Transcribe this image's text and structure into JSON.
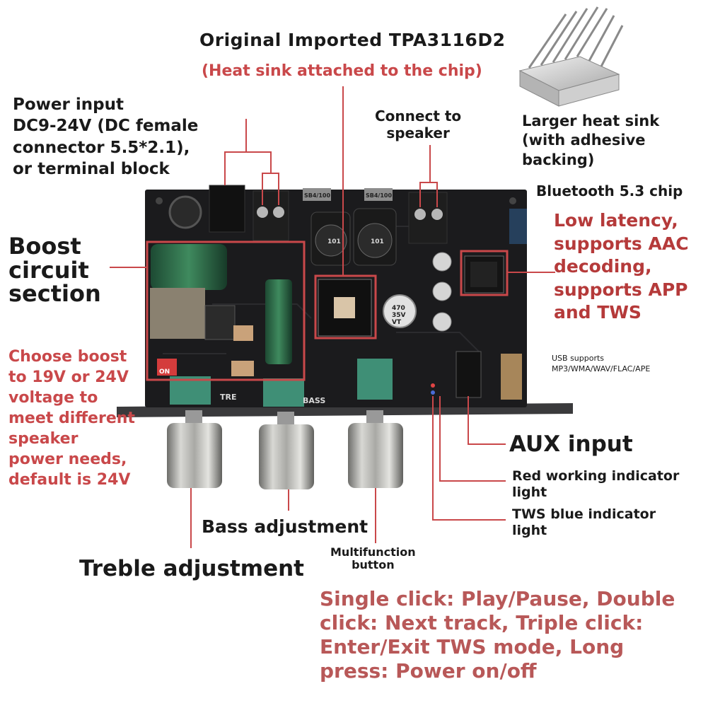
{
  "title": "Original Imported TPA3116D2",
  "subtitle": "(Heat sink attached to the chip)",
  "power_input": "Power input\nDC9-24V (DC female\nconnector 5.5*2.1),\nor terminal block",
  "connect_speaker": "Connect to\nspeaker",
  "heat_sink_note": "Larger heat sink\n(with adhesive\nbacking)",
  "bluetooth_chip": "Bluetooth 5.3 chip",
  "bluetooth_features": "Low latency,\nsupports AAC\ndecoding,\nsupports APP\nand TWS",
  "boost_section": "Boost\ncircuit\nsection",
  "boost_note": "Choose boost\nto 19V or 24V\nvoltage to\nmeet different\nspeaker\npower needs,\ndefault is 24V",
  "usb_support": "USB supports\nMP3/WMA/WAV/FLAC/APE",
  "aux_input": "AUX input",
  "red_indicator": "Red working indicator\nlight",
  "tws_indicator": "TWS blue indicator\nlight",
  "bass_adjustment": "Bass adjustment",
  "treble_adjustment": "Treble adjustment",
  "multifunction_button": "Multifunction\nbutton",
  "button_functions": "Single click: Play/Pause, Double\nclick: Next track, Triple click:\nEnter/Exit TWS mode, Long\npress: Power on/off",
  "board_marks": {
    "cap_value": "470\n35V\nVT",
    "inductor": "101",
    "tre": "TRE",
    "bass": "BASS",
    "on": "ON",
    "chip_code": "SB4/100"
  },
  "colors": {
    "accent_red": "#b53a3a",
    "callout_line": "#c9484a",
    "board": "#1b1b1d",
    "knob_metal": "#b9b9b6",
    "pot_green": "#3f8f76"
  }
}
